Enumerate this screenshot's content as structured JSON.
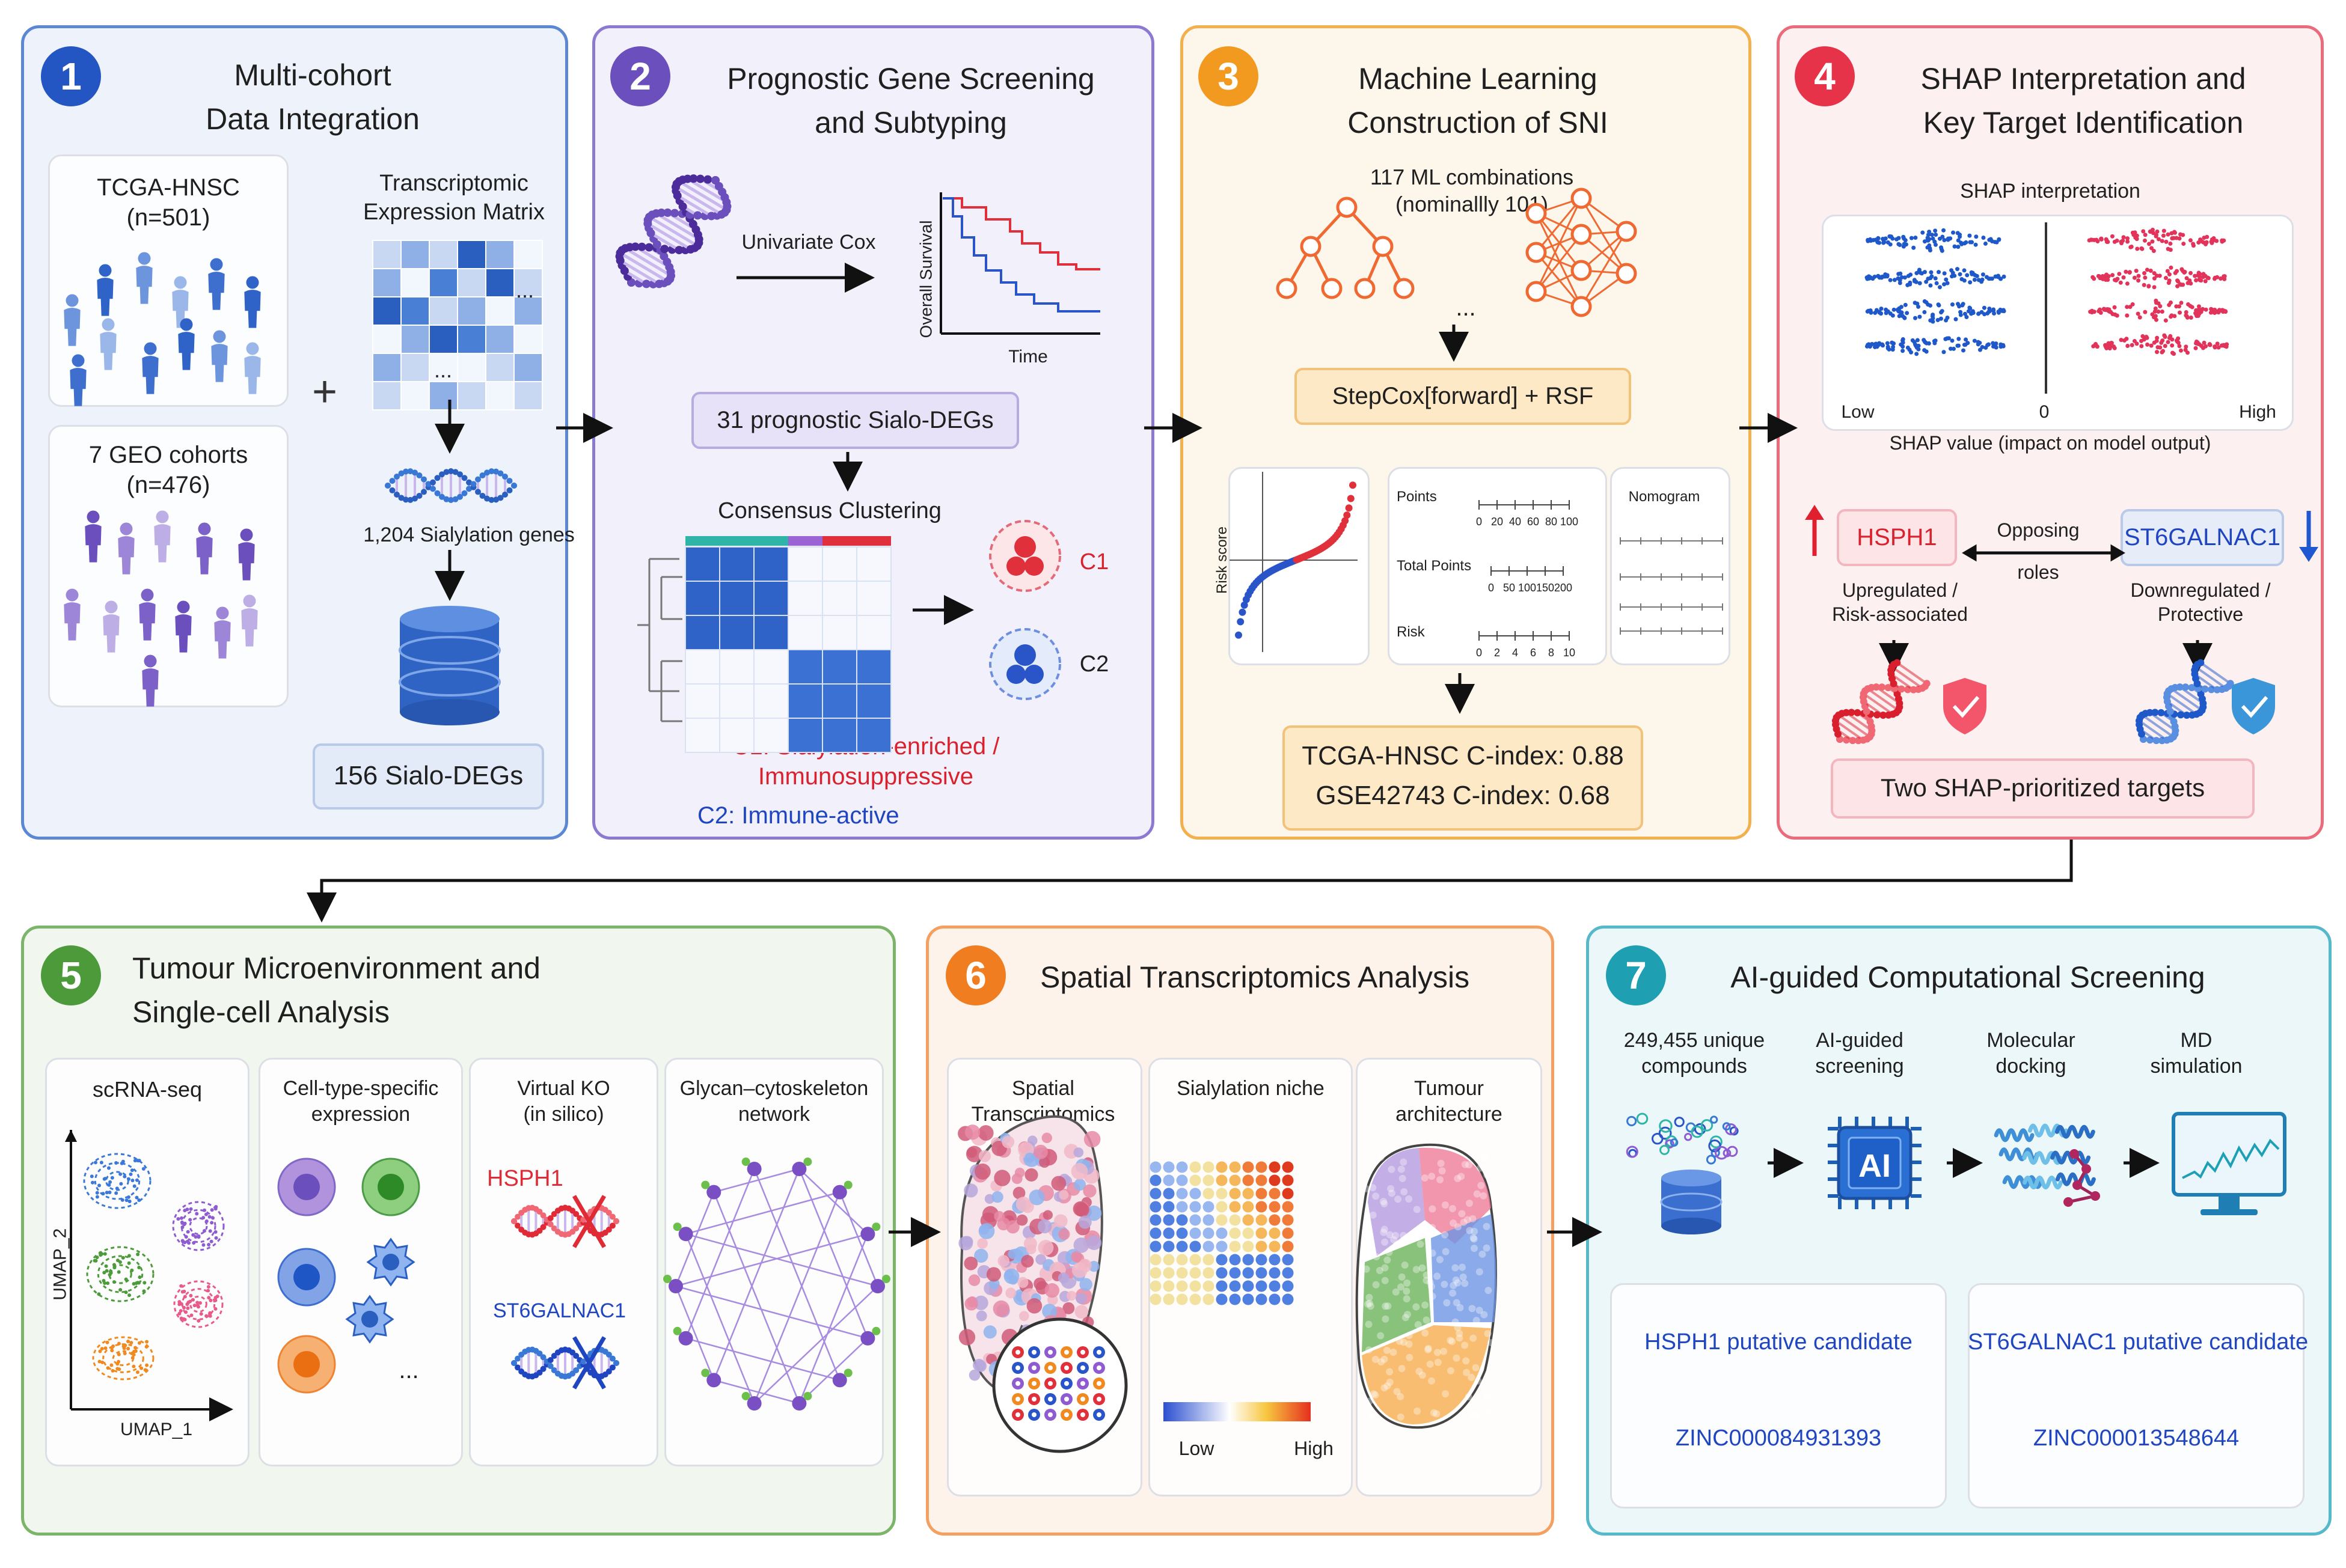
{
  "panels": {
    "p1": {
      "num": "1",
      "title_l1": "Multi-cohort",
      "title_l2": "Data Integration",
      "tcga": "TCGA-HNSC",
      "tcga_n": "(n=501)",
      "geo": "7 GEO cohorts",
      "geo_n": "(n=476)",
      "matrix_l1": "Transcriptomic",
      "matrix_l2": "Expression Matrix",
      "dots": "...",
      "plus": "+",
      "genes": "1,204 Sialylation genes",
      "degs": "156 Sialo-DEGs"
    },
    "p2": {
      "num": "2",
      "title_l1": "Prognostic Gene Screening",
      "title_l2": "and Subtyping",
      "cox": "Univariate Cox",
      "ylabel": "Overall Survival",
      "xlabel": "Time",
      "prog": "31 prognostic Sialo-DEGs",
      "consensus": "Consensus Clustering",
      "c1": "C1",
      "c2": "C2",
      "c1_desc_l1": "C1: Sialylation-enriched /",
      "c1_desc_l2": "Immunosuppressive",
      "c2_desc": "C2: Immune-active"
    },
    "p3": {
      "num": "3",
      "title_l1": "Machine Learning",
      "title_l2": "Construction of SNI",
      "ml_l1": "117 ML combinations",
      "ml_l2": "(nominallly 101)",
      "dots": "...",
      "step": "StepCox[forward] + RSF",
      "risk": "Risk score",
      "points": "Points",
      "total": "Total Points",
      "risk_row": "Risk",
      "nomogram": "Nomogram",
      "ticks_points": [
        "0",
        "20",
        "40",
        "60",
        "80",
        "100"
      ],
      "ticks_total": [
        "0",
        "50",
        "100",
        "150",
        "200"
      ],
      "ticks_risk": [
        "0",
        "2",
        "4",
        "6",
        "8",
        "10"
      ],
      "cindex_1": "TCGA-HNSC C-index: 0.88",
      "cindex_2": "GSE42743 C-index: 0.68"
    },
    "p4": {
      "num": "4",
      "title_l1": "SHAP Interpretation and",
      "title_l2": "Key Target Identification",
      "shap_title": "SHAP interpretation",
      "low": "Low",
      "zero": "0",
      "high": "High",
      "shap_axis": "SHAP value (impact on model output)",
      "gene1": "HSPH1",
      "gene2": "ST6GALNAC1",
      "opp_l1": "Opposing",
      "opp_l2": "roles",
      "up_l1": "Upregulated /",
      "up_l2": "Risk-associated",
      "down_l1": "Downregulated /",
      "down_l2": "Protective",
      "targets": "Two SHAP-prioritized targets"
    },
    "p5": {
      "num": "5",
      "title_l1": "Tumour Microenvironment and",
      "title_l2": "Single-cell Analysis",
      "scrna": "scRNA-seq",
      "umap1": "UMAP_1",
      "umap2": "UMAP_2",
      "cts_l1": "Cell-type-specific",
      "cts_l2": "expression",
      "ellipsis": "...",
      "vko_l1": "Virtual KO",
      "vko_l2": "(in silico)",
      "g1": "HSPH1",
      "g2": "ST6GALNAC1",
      "net_l1": "Glycan–cytoskeleton",
      "net_l2": "network"
    },
    "p6": {
      "num": "6",
      "title": "Spatial Transcriptomics Analysis",
      "st_l1": "Spatial",
      "st_l2": "Transcriptomics",
      "niche": "Sialylation niche",
      "low": "Low",
      "high": "High",
      "arch_l1": "Tumour",
      "arch_l2": "architecture"
    },
    "p7": {
      "num": "7",
      "title": "AI-guided Computational Screening",
      "s1_l1": "249,455 unique",
      "s1_l2": "compounds",
      "s2_l1": "AI-guided",
      "s2_l2": "screening",
      "s3_l1": "Molecular",
      "s3_l2": "docking",
      "s4_l1": "MD",
      "s4_l2": "simulation",
      "ai": "AI",
      "cand1": "HSPH1  putative candidate",
      "zinc1": "ZINC000084931393",
      "cand2": "ST6GALNAC1 putative candidate",
      "zinc2": "ZINC000013548644"
    }
  },
  "colors": {
    "p1": "#4a78c8",
    "p2": "#7b62c4",
    "p3": "#f0a23a",
    "p4": "#e5485c",
    "p5": "#5aa34a",
    "p6": "#f08a3c",
    "p7": "#27a3b8",
    "red": "#e02a35",
    "blue": "#1f46c0"
  }
}
